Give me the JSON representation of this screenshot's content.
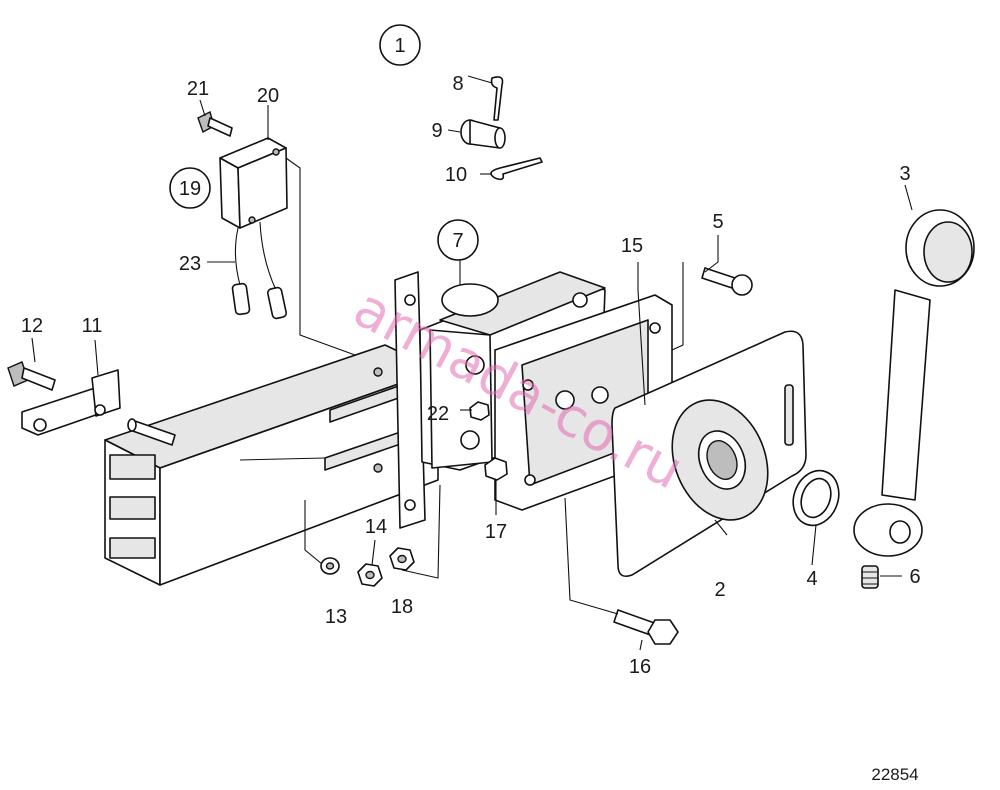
{
  "diagram": {
    "ref_number": "22854",
    "watermark": "armada-co.ru",
    "callouts": {
      "c1": "1",
      "c2": "2",
      "c3": "3",
      "c4": "4",
      "c5": "5",
      "c6": "6",
      "c7": "7",
      "c8": "8",
      "c9": "9",
      "c10": "10",
      "c11": "11",
      "c12": "12",
      "c13": "13",
      "c14": "14",
      "c15": "15",
      "c16": "16",
      "c17": "17",
      "c18": "18",
      "c19": "19",
      "c20": "20",
      "c21": "21",
      "c22": "22",
      "c23": "23"
    }
  }
}
